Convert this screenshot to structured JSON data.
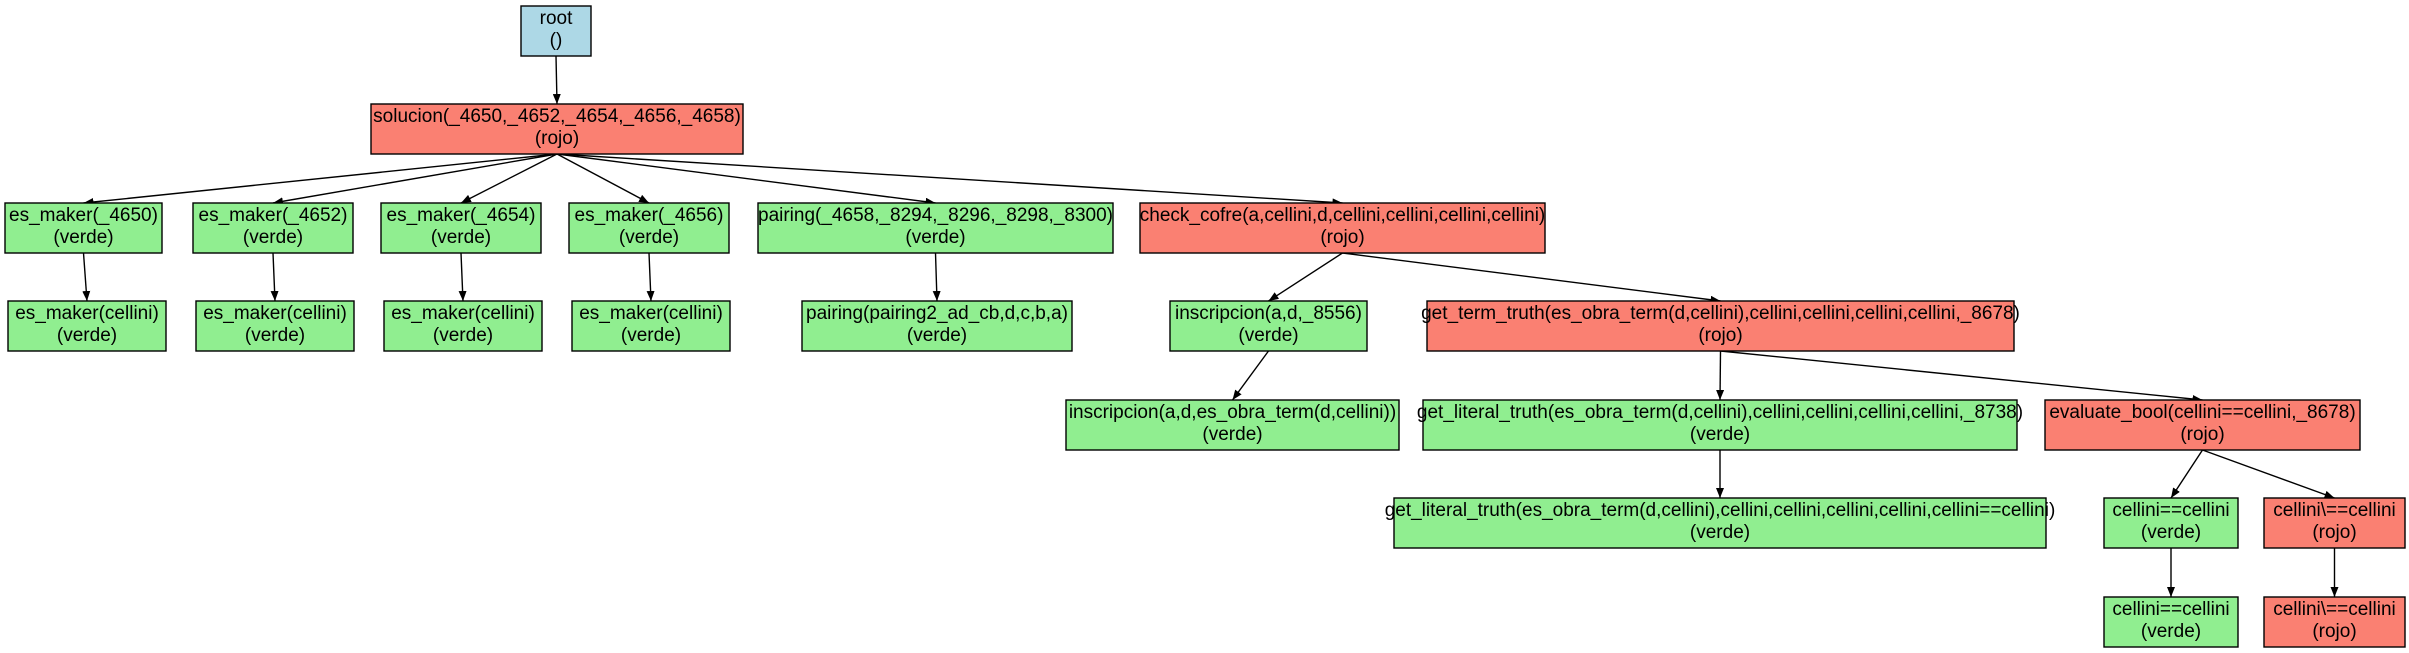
{
  "colors": {
    "root": "#add8e6",
    "verde": "#90ee90",
    "rojo": "#fa8072",
    "stroke": "#000000"
  },
  "nodes": [
    {
      "id": "root",
      "lines": [
        "root",
        "()"
      ],
      "status": "root"
    },
    {
      "id": "solucion",
      "lines": [
        "solucion(_4650,_4652,_4654,_4656,_4658)",
        "(rojo)"
      ],
      "status": "rojo"
    },
    {
      "id": "es_maker_4650",
      "lines": [
        "es_maker(_4650)",
        "(verde)"
      ],
      "status": "verde"
    },
    {
      "id": "es_maker_4652",
      "lines": [
        "es_maker(_4652)",
        "(verde)"
      ],
      "status": "verde"
    },
    {
      "id": "es_maker_4654",
      "lines": [
        "es_maker(_4654)",
        "(verde)"
      ],
      "status": "verde"
    },
    {
      "id": "es_maker_4656",
      "lines": [
        "es_maker(_4656)",
        "(verde)"
      ],
      "status": "verde"
    },
    {
      "id": "pairing",
      "lines": [
        "pairing(_4658,_8294,_8296,_8298,_8300)",
        "(verde)"
      ],
      "status": "verde"
    },
    {
      "id": "check_cofre",
      "lines": [
        "check_cofre(a,cellini,d,cellini,cellini,cellini,cellini)",
        "(rojo)"
      ],
      "status": "rojo"
    },
    {
      "id": "es_maker_cellini_1",
      "lines": [
        "es_maker(cellini)",
        "(verde)"
      ],
      "status": "verde"
    },
    {
      "id": "es_maker_cellini_2",
      "lines": [
        "es_maker(cellini)",
        "(verde)"
      ],
      "status": "verde"
    },
    {
      "id": "es_maker_cellini_3",
      "lines": [
        "es_maker(cellini)",
        "(verde)"
      ],
      "status": "verde"
    },
    {
      "id": "es_maker_cellini_4",
      "lines": [
        "es_maker(cellini)",
        "(verde)"
      ],
      "status": "verde"
    },
    {
      "id": "pairing2",
      "lines": [
        "pairing(pairing2_ad_cb,d,c,b,a)",
        "(verde)"
      ],
      "status": "verde"
    },
    {
      "id": "inscripcion_8556",
      "lines": [
        "inscripcion(a,d,_8556)",
        "(verde)"
      ],
      "status": "verde"
    },
    {
      "id": "get_term_truth",
      "lines": [
        "get_term_truth(es_obra_term(d,cellini),cellini,cellini,cellini,cellini,_8678)",
        "(rojo)"
      ],
      "status": "rojo"
    },
    {
      "id": "inscripcion_full",
      "lines": [
        "inscripcion(a,d,es_obra_term(d,cellini))",
        "(verde)"
      ],
      "status": "verde"
    },
    {
      "id": "get_literal_truth_8738",
      "lines": [
        "get_literal_truth(es_obra_term(d,cellini),cellini,cellini,cellini,cellini,_8738)",
        "(verde)"
      ],
      "status": "verde"
    },
    {
      "id": "evaluate_bool",
      "lines": [
        "evaluate_bool(cellini==cellini,_8678)",
        "(rojo)"
      ],
      "status": "rojo"
    },
    {
      "id": "get_literal_truth_full",
      "lines": [
        "get_literal_truth(es_obra_term(d,cellini),cellini,cellini,cellini,cellini,cellini==cellini)",
        "(verde)"
      ],
      "status": "verde"
    },
    {
      "id": "eq_1",
      "lines": [
        "cellini==cellini",
        "(verde)"
      ],
      "status": "verde"
    },
    {
      "id": "neq_1",
      "lines": [
        "cellini\\==cellini",
        "(rojo)"
      ],
      "status": "rojo"
    },
    {
      "id": "eq_2",
      "lines": [
        "cellini==cellini",
        "(verde)"
      ],
      "status": "verde"
    },
    {
      "id": "neq_2",
      "lines": [
        "cellini\\==cellini",
        "(rojo)"
      ],
      "status": "rojo"
    }
  ],
  "edges": [
    [
      "root",
      "solucion"
    ],
    [
      "solucion",
      "es_maker_4650"
    ],
    [
      "solucion",
      "es_maker_4652"
    ],
    [
      "solucion",
      "es_maker_4654"
    ],
    [
      "solucion",
      "es_maker_4656"
    ],
    [
      "solucion",
      "pairing"
    ],
    [
      "solucion",
      "check_cofre"
    ],
    [
      "es_maker_4650",
      "es_maker_cellini_1"
    ],
    [
      "es_maker_4652",
      "es_maker_cellini_2"
    ],
    [
      "es_maker_4654",
      "es_maker_cellini_3"
    ],
    [
      "es_maker_4656",
      "es_maker_cellini_4"
    ],
    [
      "pairing",
      "pairing2"
    ],
    [
      "check_cofre",
      "inscripcion_8556"
    ],
    [
      "check_cofre",
      "get_term_truth"
    ],
    [
      "inscripcion_8556",
      "inscripcion_full"
    ],
    [
      "get_term_truth",
      "get_literal_truth_8738"
    ],
    [
      "get_term_truth",
      "evaluate_bool"
    ],
    [
      "get_literal_truth_8738",
      "get_literal_truth_full"
    ],
    [
      "evaluate_bool",
      "eq_1"
    ],
    [
      "evaluate_bool",
      "neq_1"
    ],
    [
      "eq_1",
      "eq_2"
    ],
    [
      "neq_1",
      "neq_2"
    ]
  ]
}
